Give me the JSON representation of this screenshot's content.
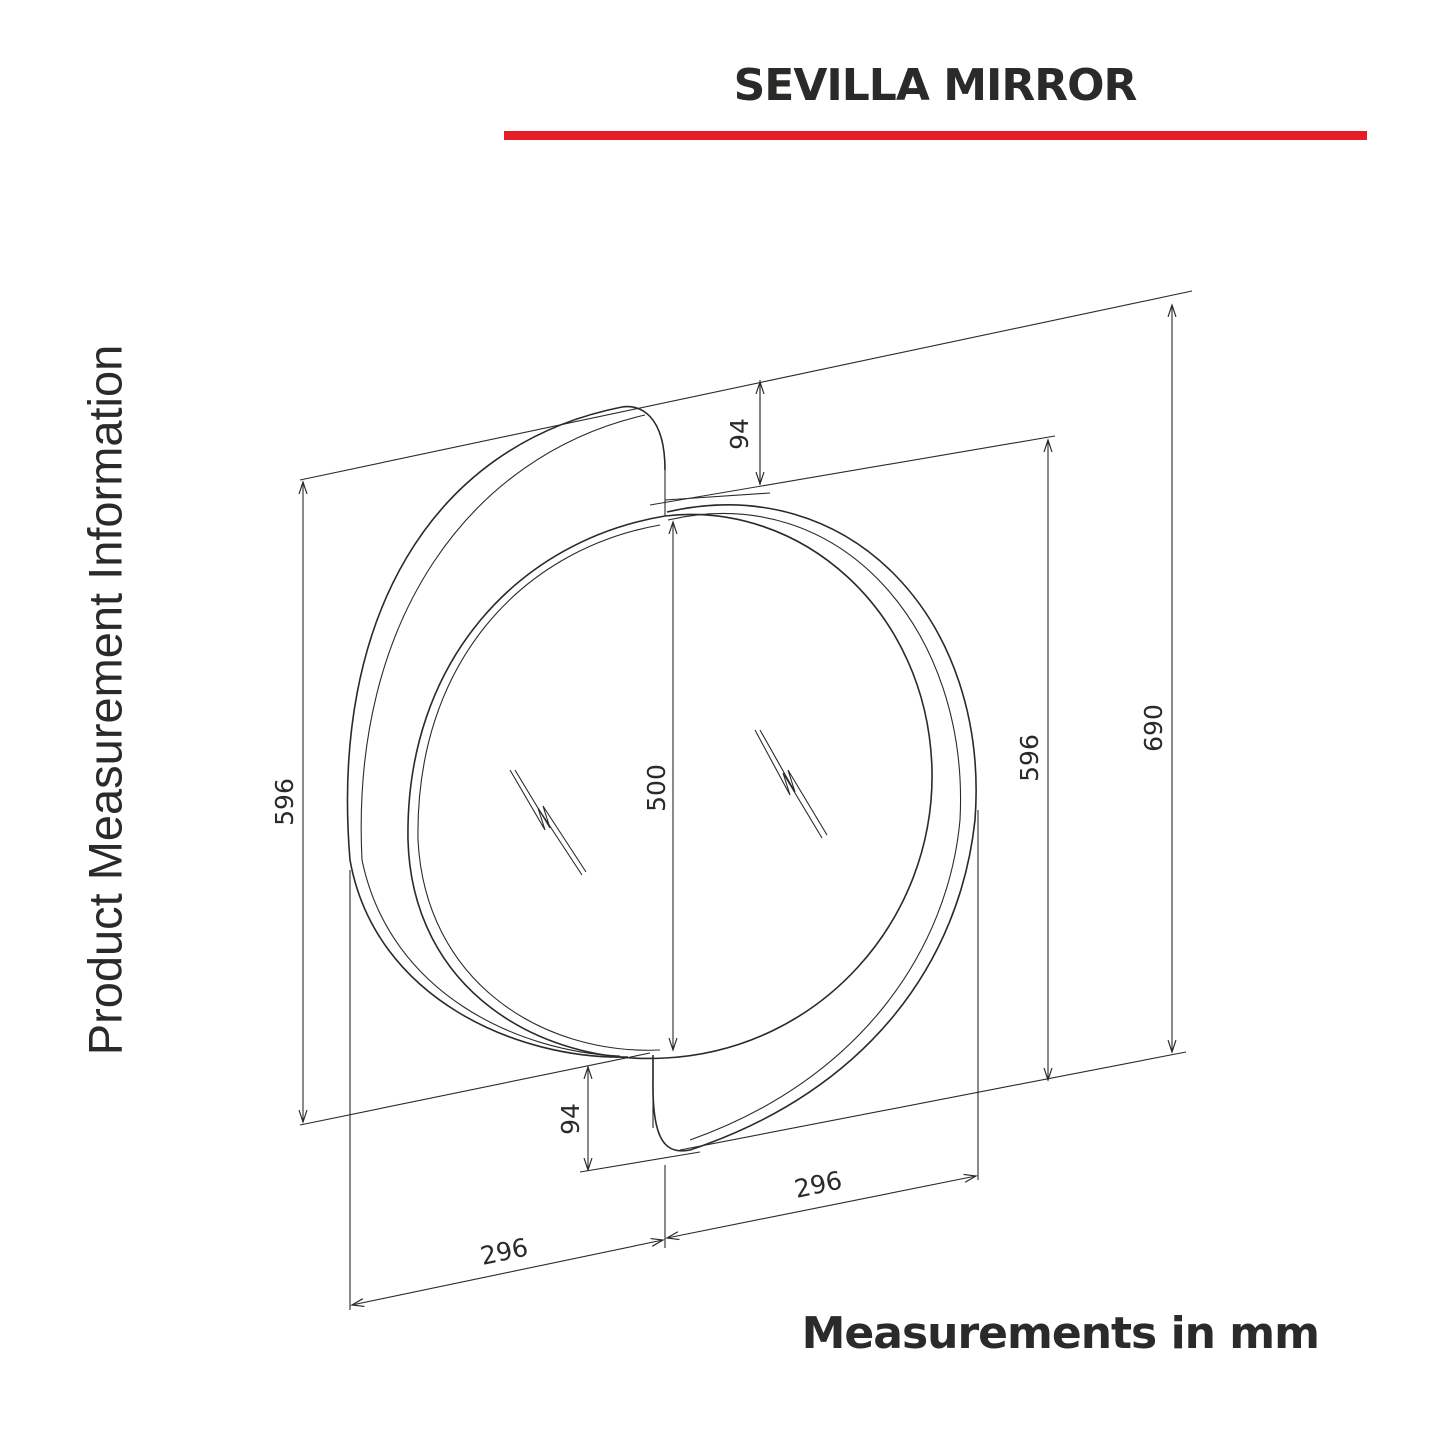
{
  "title": "SEVILLA MIRROR",
  "side_label": "Product Measurement Information",
  "footer": "Measurements in mm",
  "colors": {
    "accent_rule": "#e41e26",
    "ink": "#2b2a29"
  },
  "dimensions": {
    "overall_height": "690",
    "right_height": "596",
    "left_height": "596",
    "mirror_height": "500",
    "top_offset": "94",
    "bottom_offset": "94",
    "left_width": "296",
    "right_width": "296"
  }
}
